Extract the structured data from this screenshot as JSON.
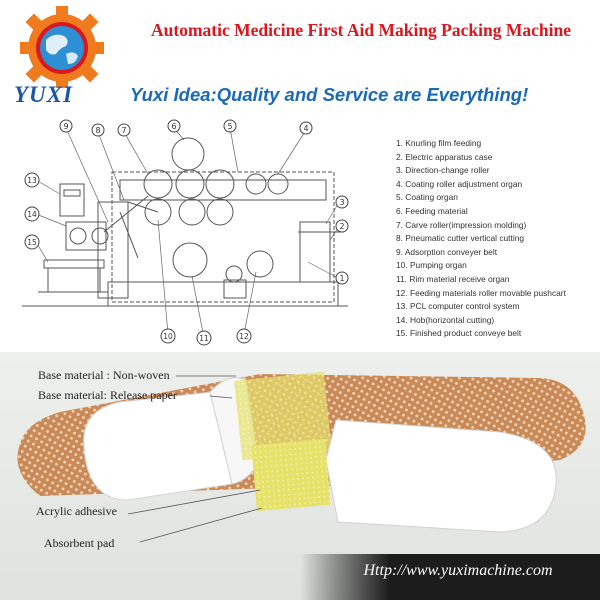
{
  "header": {
    "title": "Automatic Medicine First Aid Making Packing Machine",
    "brand": "YUXI",
    "slogan": "Yuxi Idea:Quality and Service are Everything!"
  },
  "diagram": {
    "callouts": [
      "9",
      "8",
      "7",
      "6",
      "5",
      "4",
      "13",
      "14",
      "3",
      "2",
      "15",
      "1",
      "10",
      "11",
      "12"
    ]
  },
  "legend": [
    "1. Knurling film feeding",
    "2. Electric apparatus case",
    "3. Direction-change roller",
    "4. Coating roller adjustment organ",
    "5. Coating organ",
    "6. Feeding material",
    "7. Carve roller(impression molding)",
    "8. Pneumatic cutter vertical cutting",
    "9. Adsorption conveyer belt",
    "10. Pumping organ",
    "11. Rim material receive organ",
    "12. Feeding materials roller movable pushcart",
    "13. PCL computer control system",
    "14. Hob(horizontal cutting)",
    "15. Finished product conveye belt"
  ],
  "photo_labels": {
    "nonwoven": "Base material : Non-woven",
    "release": "Base material: Release paper",
    "acrylic": "Acrylic adhesive",
    "pad": "Absorbent pad"
  },
  "footer": {
    "url": "Http://www.yuximachine.com"
  },
  "colors": {
    "title_red": "#d8171f",
    "brand_blue": "#1a57a8",
    "url_bar_dark": "#1c1c1c"
  }
}
